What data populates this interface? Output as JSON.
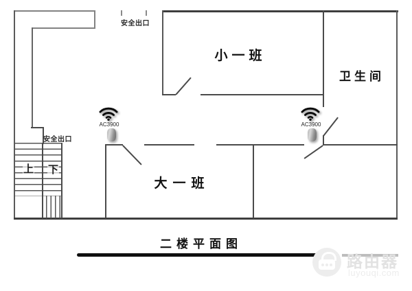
{
  "plan": {
    "title": "二楼平面图",
    "rooms": [
      {
        "name": "小一班"
      },
      {
        "name": "卫生间"
      },
      {
        "name": "大一班"
      }
    ],
    "exits": [
      {
        "label": "安全出口"
      },
      {
        "label": "安全出口"
      }
    ],
    "stairs": {
      "up_label": "上",
      "down_label": "下"
    },
    "access_points": [
      {
        "model": "AC3900"
      },
      {
        "model": "AC3900"
      }
    ]
  },
  "watermark": {
    "brand": "路由器",
    "site": "luyouqi.com"
  },
  "colors": {
    "wall": "#4a4a4a",
    "wall_light": "#828282",
    "underline": "#0f0f0f",
    "watermark_text": "#e2e2e2"
  }
}
